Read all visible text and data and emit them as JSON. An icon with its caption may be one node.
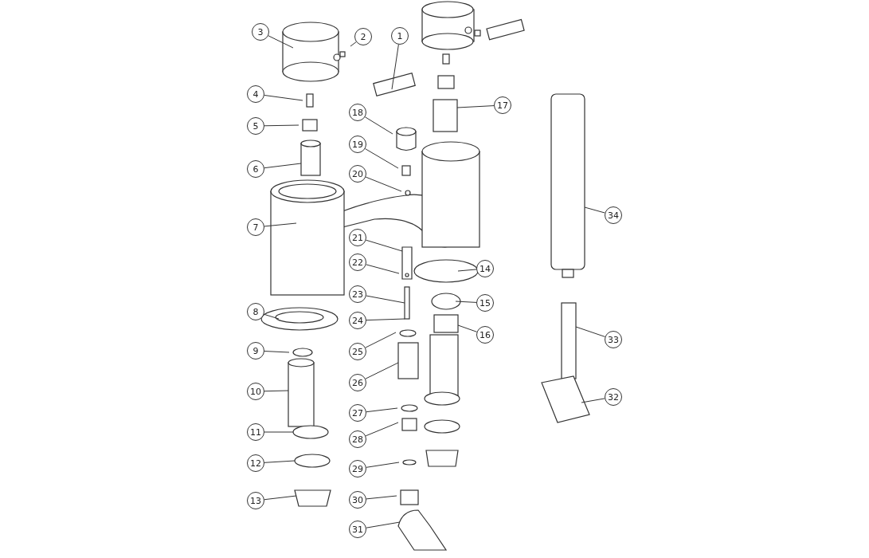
{
  "diagram": {
    "nodes": [
      {
        "text": [
          "1"
        ]
      },
      {
        "text": [
          "2"
        ]
      },
      {
        "text": [
          "3"
        ]
      },
      {
        "text": [
          "4"
        ]
      },
      {
        "text": [
          "5"
        ]
      },
      {
        "text": [
          "6"
        ]
      },
      {
        "text": [
          "7"
        ]
      },
      {
        "text": [
          "8"
        ]
      },
      {
        "text": [
          "9"
        ]
      },
      {
        "text": [
          "10"
        ]
      },
      {
        "text": [
          "11"
        ]
      },
      {
        "text": [
          "12"
        ]
      },
      {
        "text": [
          "13"
        ]
      },
      {
        "text": [
          "14"
        ]
      },
      {
        "text": [
          "15"
        ]
      },
      {
        "text": [
          "16"
        ]
      },
      {
        "text": [
          "17"
        ]
      },
      {
        "text": [
          "18"
        ]
      },
      {
        "text": [
          "19"
        ]
      },
      {
        "text": [
          "20"
        ]
      },
      {
        "text": [
          "21"
        ]
      },
      {
        "text": [
          "22"
        ]
      },
      {
        "text": [
          "23"
        ]
      },
      {
        "text": [
          "24"
        ]
      },
      {
        "text": [
          "25"
        ]
      },
      {
        "text": [
          "26"
        ]
      },
      {
        "text": [
          "27"
        ]
      },
      {
        "text": [
          "28"
        ]
      },
      {
        "text": [
          "29"
        ]
      },
      {
        "text": [
          "30"
        ]
      },
      {
        "text": [
          "31"
        ]
      },
      {
        "text": [
          "32"
        ]
      },
      {
        "text": [
          "33"
        ]
      },
      {
        "text": [
          "34"
        ]
      }
    ],
    "edges": [
      {
        "from": 0,
        "to": null,
        "arrow": "none"
      },
      {
        "from": 1,
        "to": null,
        "arrow": "none"
      },
      {
        "from": 2,
        "to": null,
        "arrow": "none"
      },
      {
        "from": 3,
        "to": null,
        "arrow": "none"
      },
      {
        "from": 4,
        "to": null,
        "arrow": "none"
      },
      {
        "from": 5,
        "to": null,
        "arrow": "none"
      },
      {
        "from": 6,
        "to": null,
        "arrow": "none"
      },
      {
        "from": 7,
        "to": null,
        "arrow": "none"
      },
      {
        "from": 8,
        "to": null,
        "arrow": "none"
      },
      {
        "from": 9,
        "to": null,
        "arrow": "none"
      },
      {
        "from": 10,
        "to": null,
        "arrow": "none"
      },
      {
        "from": 11,
        "to": null,
        "arrow": "none"
      },
      {
        "from": 12,
        "to": null,
        "arrow": "none"
      },
      {
        "from": 13,
        "to": null,
        "arrow": "none"
      },
      {
        "from": 14,
        "to": null,
        "arrow": "none"
      },
      {
        "from": 15,
        "to": null,
        "arrow": "none"
      },
      {
        "from": 16,
        "to": null,
        "arrow": "none"
      },
      {
        "from": 17,
        "to": null,
        "arrow": "none"
      },
      {
        "from": 18,
        "to": null,
        "arrow": "none"
      },
      {
        "from": 19,
        "to": null,
        "arrow": "none"
      },
      {
        "from": 20,
        "to": null,
        "arrow": "none"
      },
      {
        "from": 21,
        "to": null,
        "arrow": "none"
      },
      {
        "from": 22,
        "to": null,
        "arrow": "none"
      },
      {
        "from": 23,
        "to": null,
        "arrow": "none"
      },
      {
        "from": 24,
        "to": null,
        "arrow": "none"
      },
      {
        "from": 25,
        "to": null,
        "arrow": "none"
      },
      {
        "from": 26,
        "to": null,
        "arrow": "none"
      },
      {
        "from": 27,
        "to": null,
        "arrow": "none"
      },
      {
        "from": 28,
        "to": null,
        "arrow": "none"
      },
      {
        "from": 29,
        "to": null,
        "arrow": "none"
      },
      {
        "from": 30,
        "to": null,
        "arrow": "none"
      },
      {
        "from": 31,
        "to": null,
        "arrow": "none"
      },
      {
        "from": 32,
        "to": null,
        "arrow": "none"
      },
      {
        "from": 33,
        "to": null,
        "arrow": "none"
      }
    ]
  }
}
